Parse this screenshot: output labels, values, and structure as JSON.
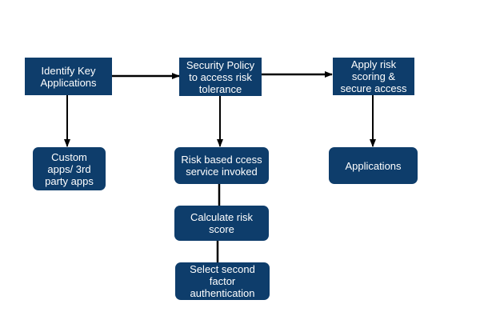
{
  "diagram": {
    "colors": {
      "box_fill": "#0e3d6b",
      "box_text": "#ffffff",
      "connector": "#000000"
    },
    "nodes": {
      "identify": "Identify Key\nApplications",
      "policy": "Security Policy\nto access risk\ntolerance",
      "scoring": "Apply risk\nscoring  &\nsecure access",
      "custom": "Custom\napps/ 3rd\nparty apps",
      "risk_service": "Risk based ccess\nservice invoked",
      "calculate": "Calculate risk\nscore",
      "second_factor": "Select second\nfactor\nauthentication",
      "applications": "Applications"
    }
  }
}
